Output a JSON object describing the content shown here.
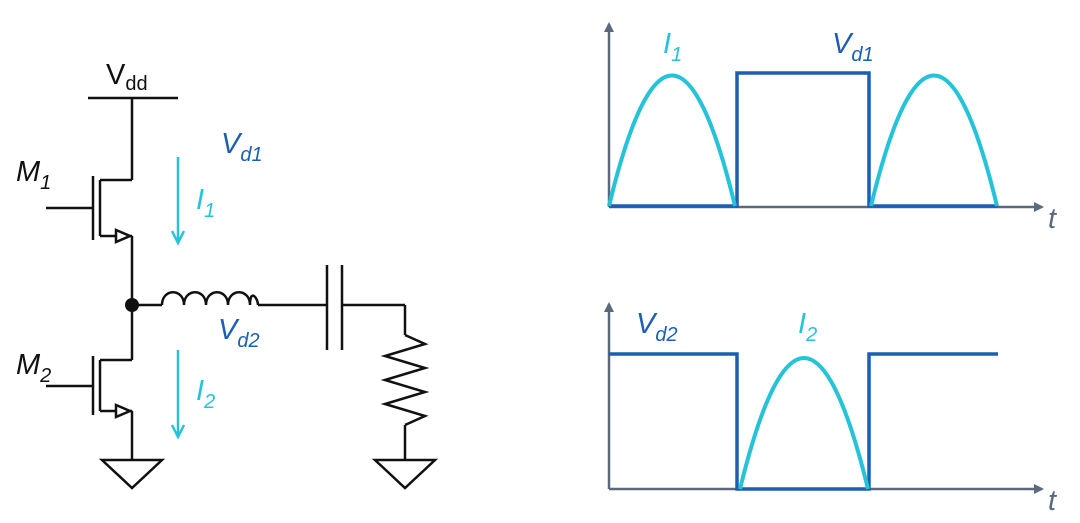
{
  "colors": {
    "wire": "#111111",
    "vd_blue": "#1a5fb4",
    "current_cyan": "#25c3d9",
    "axis_gray": "#5a6a7e"
  },
  "circuit": {
    "vdd": {
      "main": "V",
      "sub": "dd"
    },
    "m1": {
      "main": "M",
      "sub": "1"
    },
    "m2": {
      "main": "M",
      "sub": "2"
    },
    "vd1": {
      "main": "V",
      "sub": "d1"
    },
    "vd2": {
      "main": "V",
      "sub": "d2"
    },
    "i1": {
      "main": "I",
      "sub": "1"
    },
    "i2": {
      "main": "I",
      "sub": "2"
    }
  },
  "waveforms": {
    "top": {
      "i_label": {
        "main": "I",
        "sub": "1"
      },
      "v_label": {
        "main": "V",
        "sub": "d1"
      },
      "t_label": "t"
    },
    "bottom": {
      "v_label": {
        "main": "V",
        "sub": "d2"
      },
      "i_label": {
        "main": "I",
        "sub": "2"
      },
      "t_label": "t"
    }
  }
}
